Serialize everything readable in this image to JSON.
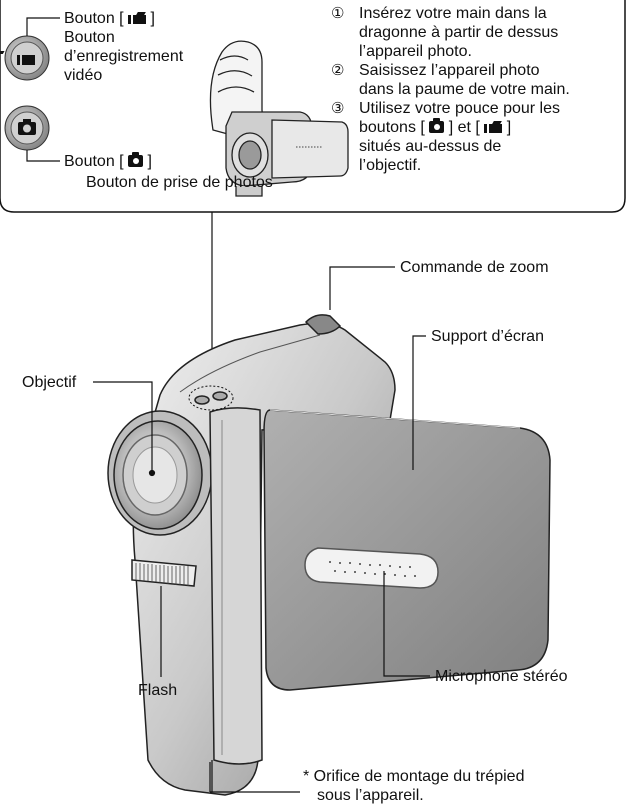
{
  "buttons_panel": {
    "video_button": {
      "title_prefix": "Bouton [",
      "title_suffix": "]",
      "desc_line1": "Bouton",
      "desc_line2": "d’enregistrement",
      "desc_line3": "vidéo",
      "icon": "video-record-icon"
    },
    "photo_button": {
      "title_prefix": "Bouton [",
      "title_suffix": "]",
      "desc": "Bouton de prise de photos",
      "icon": "camera-icon"
    }
  },
  "steps": [
    {
      "num": "①",
      "text_lines": [
        "Insérez votre main dans la",
        "dragonne à partir de dessus",
        "l’appareil photo."
      ]
    },
    {
      "num": "②",
      "text_lines": [
        "Saisissez l’appareil photo",
        "dans la paume de votre main."
      ]
    },
    {
      "num": "③",
      "text_lines": [
        "Utilisez votre pouce pour les",
        "boutons [ ",
        " ] et [ ",
        " ]",
        "situés au-dessus de",
        "l’objectif."
      ]
    }
  ],
  "callouts": {
    "zoom": "Commande de zoom",
    "screen": "Support d’écran",
    "lens": "Objectif",
    "flash": "Flash",
    "mic": "Microphone stéréo",
    "tripod_line1": "* Orifice de montage du trépied",
    "tripod_line2": "sous l’appareil."
  },
  "colors": {
    "body_light": "#e6e6e6",
    "body_mid": "#b8b8b8",
    "body_dark": "#7a7a7a",
    "screen": "#9a9a9a",
    "line": "#111111"
  }
}
